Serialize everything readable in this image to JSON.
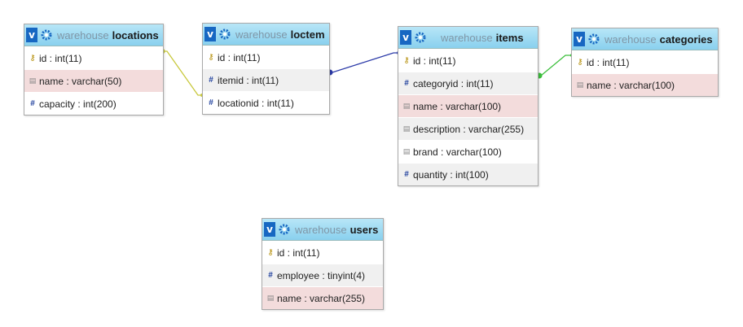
{
  "database": "warehouse",
  "tables": [
    {
      "name": "locations",
      "columns": [
        {
          "icon": "key-icon",
          "label": "id : int(11)",
          "bg": "white"
        },
        {
          "icon": "text-icon",
          "label": "name : varchar(50)",
          "bg": "pink"
        },
        {
          "icon": "number-icon",
          "label": "capacity : int(200)",
          "bg": "white"
        }
      ]
    },
    {
      "name": "loctem",
      "columns": [
        {
          "icon": "key-icon",
          "label": "id : int(11)",
          "bg": "white"
        },
        {
          "icon": "number-icon",
          "label": "itemid : int(11)",
          "bg": "shade"
        },
        {
          "icon": "number-icon",
          "label": "locationid : int(11)",
          "bg": "white"
        }
      ]
    },
    {
      "name": "items",
      "columns": [
        {
          "icon": "key-icon",
          "label": "id : int(11)",
          "bg": "white"
        },
        {
          "icon": "number-icon",
          "label": "categoryid : int(11)",
          "bg": "shade"
        },
        {
          "icon": "text-icon",
          "label": "name : varchar(100)",
          "bg": "pink"
        },
        {
          "icon": "text-icon",
          "label": "description : varchar(255)",
          "bg": "shade"
        },
        {
          "icon": "text-icon",
          "label": "brand : varchar(100)",
          "bg": "white"
        },
        {
          "icon": "number-icon",
          "label": "quantity : int(100)",
          "bg": "shade"
        }
      ]
    },
    {
      "name": "categories",
      "columns": [
        {
          "icon": "key-icon",
          "label": "id : int(11)",
          "bg": "white"
        },
        {
          "icon": "text-icon",
          "label": "name : varchar(100)",
          "bg": "pink"
        }
      ]
    },
    {
      "name": "users",
      "columns": [
        {
          "icon": "key-icon",
          "label": "id : int(11)",
          "bg": "white"
        },
        {
          "icon": "number-icon",
          "label": "employee : tinyint(4)",
          "bg": "shade"
        },
        {
          "icon": "text-icon",
          "label": "name : varchar(255)",
          "bg": "pink"
        }
      ]
    }
  ],
  "relations": [
    {
      "from": "loctem.locationid",
      "to": "locations.id",
      "color": "#c8c83c"
    },
    {
      "from": "loctem.itemid",
      "to": "items.id",
      "color": "#2b3aa8"
    },
    {
      "from": "items.categoryid",
      "to": "categories.id",
      "color": "#3cbf3c"
    }
  ],
  "colors": {
    "header_top": "#b8e6f7",
    "header_bottom": "#89d0ee",
    "toggle_bg": "#1767c2",
    "pink_row": "#f3dcdc",
    "shade_row": "#f0f0f0"
  }
}
